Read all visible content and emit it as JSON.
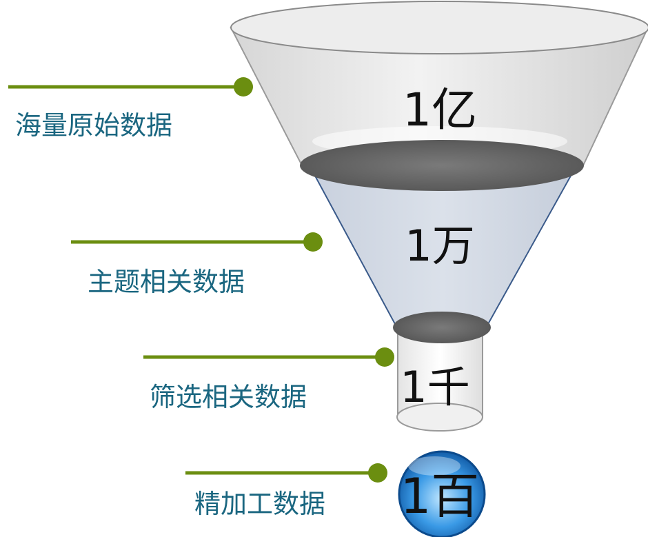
{
  "stages": [
    {
      "label": "海量原始数据",
      "value": "1亿"
    },
    {
      "label": "主题相关数据",
      "value": "1万"
    },
    {
      "label": "筛选相关数据",
      "value": "1千"
    },
    {
      "label": "精加工数据",
      "value": "1百"
    }
  ],
  "colors": {
    "label_text": "#1a6680",
    "connector_line": "#6b8e10",
    "connector_dot": "#6b8e10",
    "funnel_top": "#e4e4e4",
    "funnel_mid": "#d3dae6",
    "funnel_mid_stroke": "#3a5a8a",
    "funnel_ring": "#6b6b6b",
    "final_orb": "#1f78c8"
  }
}
